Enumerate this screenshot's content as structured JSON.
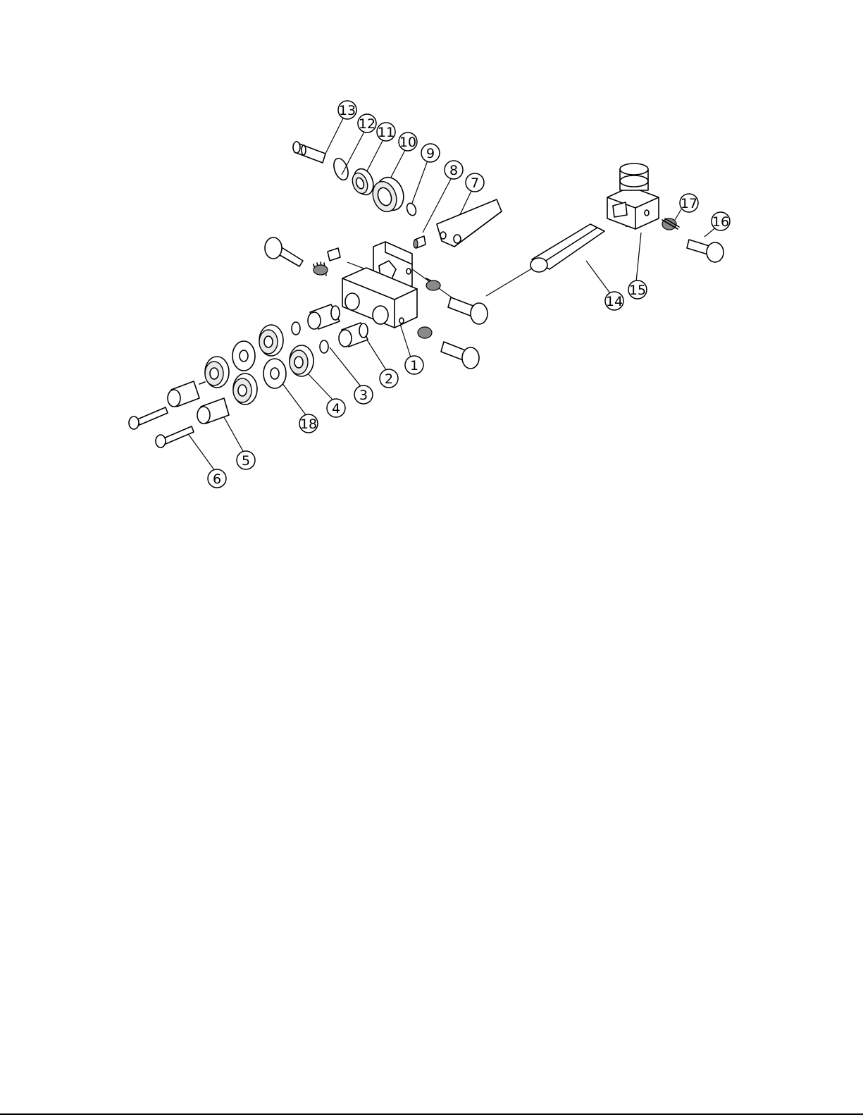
{
  "callouts": [
    "1",
    "2",
    "3",
    "4",
    "5",
    "6",
    "7",
    "8",
    "9",
    "10",
    "11",
    "12",
    "13",
    "14",
    "15",
    "16",
    "17",
    "18"
  ]
}
